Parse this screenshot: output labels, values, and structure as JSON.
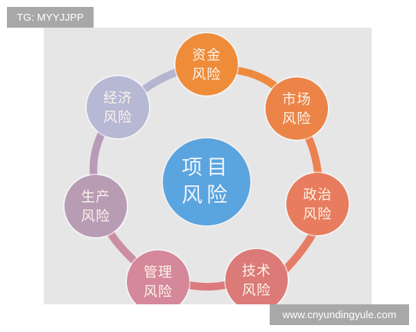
{
  "watermarks": {
    "top_left": "TG: MYYJJPP",
    "bottom_right": "www.cnyundingyule.com"
  },
  "diagram": {
    "title": "项目风险",
    "center": {
      "line1": "项目",
      "line2": "风险",
      "color": "#5aa4e0"
    },
    "nodes": [
      {
        "id": "funding",
        "line1": "资金",
        "line2": "风险",
        "color": "#ee8c3a"
      },
      {
        "id": "market",
        "line1": "市场",
        "line2": "风险",
        "color": "#ec8448"
      },
      {
        "id": "political",
        "line1": "政治",
        "line2": "风险",
        "color": "#e87c5e"
      },
      {
        "id": "technical",
        "line1": "技术",
        "line2": "风险",
        "color": "#dc7a78"
      },
      {
        "id": "management",
        "line1": "管理",
        "line2": "风险",
        "color": "#d4889a"
      },
      {
        "id": "production",
        "line1": "生产",
        "line2": "风险",
        "color": "#b89cb4"
      },
      {
        "id": "economic",
        "line1": "经济",
        "line2": "风险",
        "color": "#b6b8d4"
      }
    ],
    "panel_background": "#e6e6e6"
  }
}
